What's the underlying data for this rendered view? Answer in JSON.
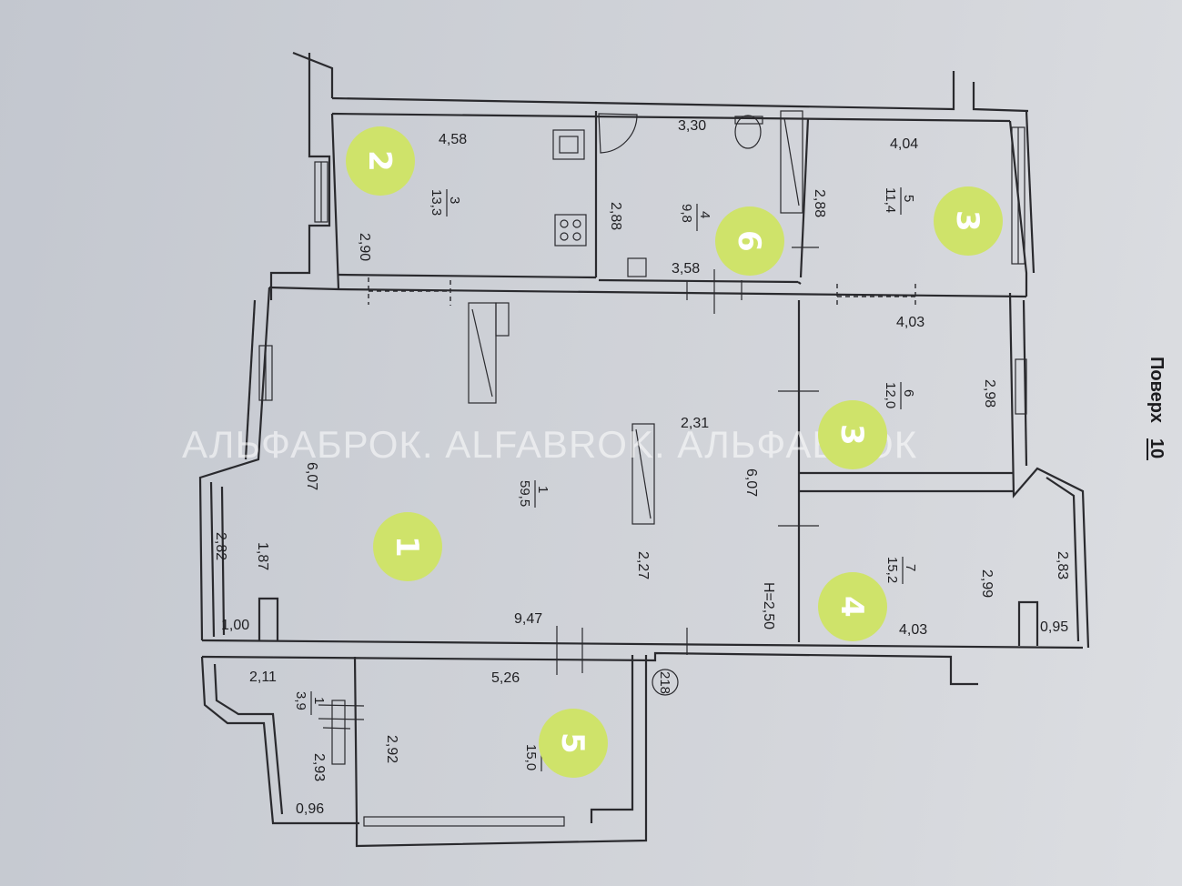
{
  "floor": {
    "label": "Поверх",
    "number": "10"
  },
  "watermark": "АЛЬФАБРОК. ALFABROK. АЛЬФАБРОК",
  "rooms": [
    {
      "id": "1",
      "num": "1",
      "area": "59,5"
    },
    {
      "id": "2",
      "num": "2",
      "area": "15,0"
    },
    {
      "id": "3",
      "num": "3",
      "area": "13,3"
    },
    {
      "id": "4",
      "num": "4",
      "area": "9,8"
    },
    {
      "id": "5",
      "num": "5",
      "area": "11,4"
    },
    {
      "id": "6",
      "num": "6",
      "area": "12,0"
    },
    {
      "id": "7",
      "num": "7",
      "area": "15,2"
    },
    {
      "id": "b1",
      "num": "1",
      "area": "3,9"
    }
  ],
  "dimensions": [
    "4,58",
    "2,90",
    "3,30",
    "2,88",
    "3,58",
    "2,88",
    "4,04",
    "4,03",
    "2,98",
    "2,31",
    "6,07",
    "6,07",
    "2,82",
    "1,87",
    "1,00",
    "9,47",
    "2,27",
    "H=2,50",
    "2,99",
    "2,83",
    "4,03",
    "0,95",
    "2,11",
    "5,26",
    "2,92",
    "2,93",
    "0,96"
  ],
  "marker": "218",
  "badges": [
    "1",
    "2",
    "3",
    "3",
    "4",
    "5",
    "6"
  ],
  "colors": {
    "badge": "#cfe36a",
    "ink": "#2a2a2e",
    "paper": "#cdd0d6"
  }
}
